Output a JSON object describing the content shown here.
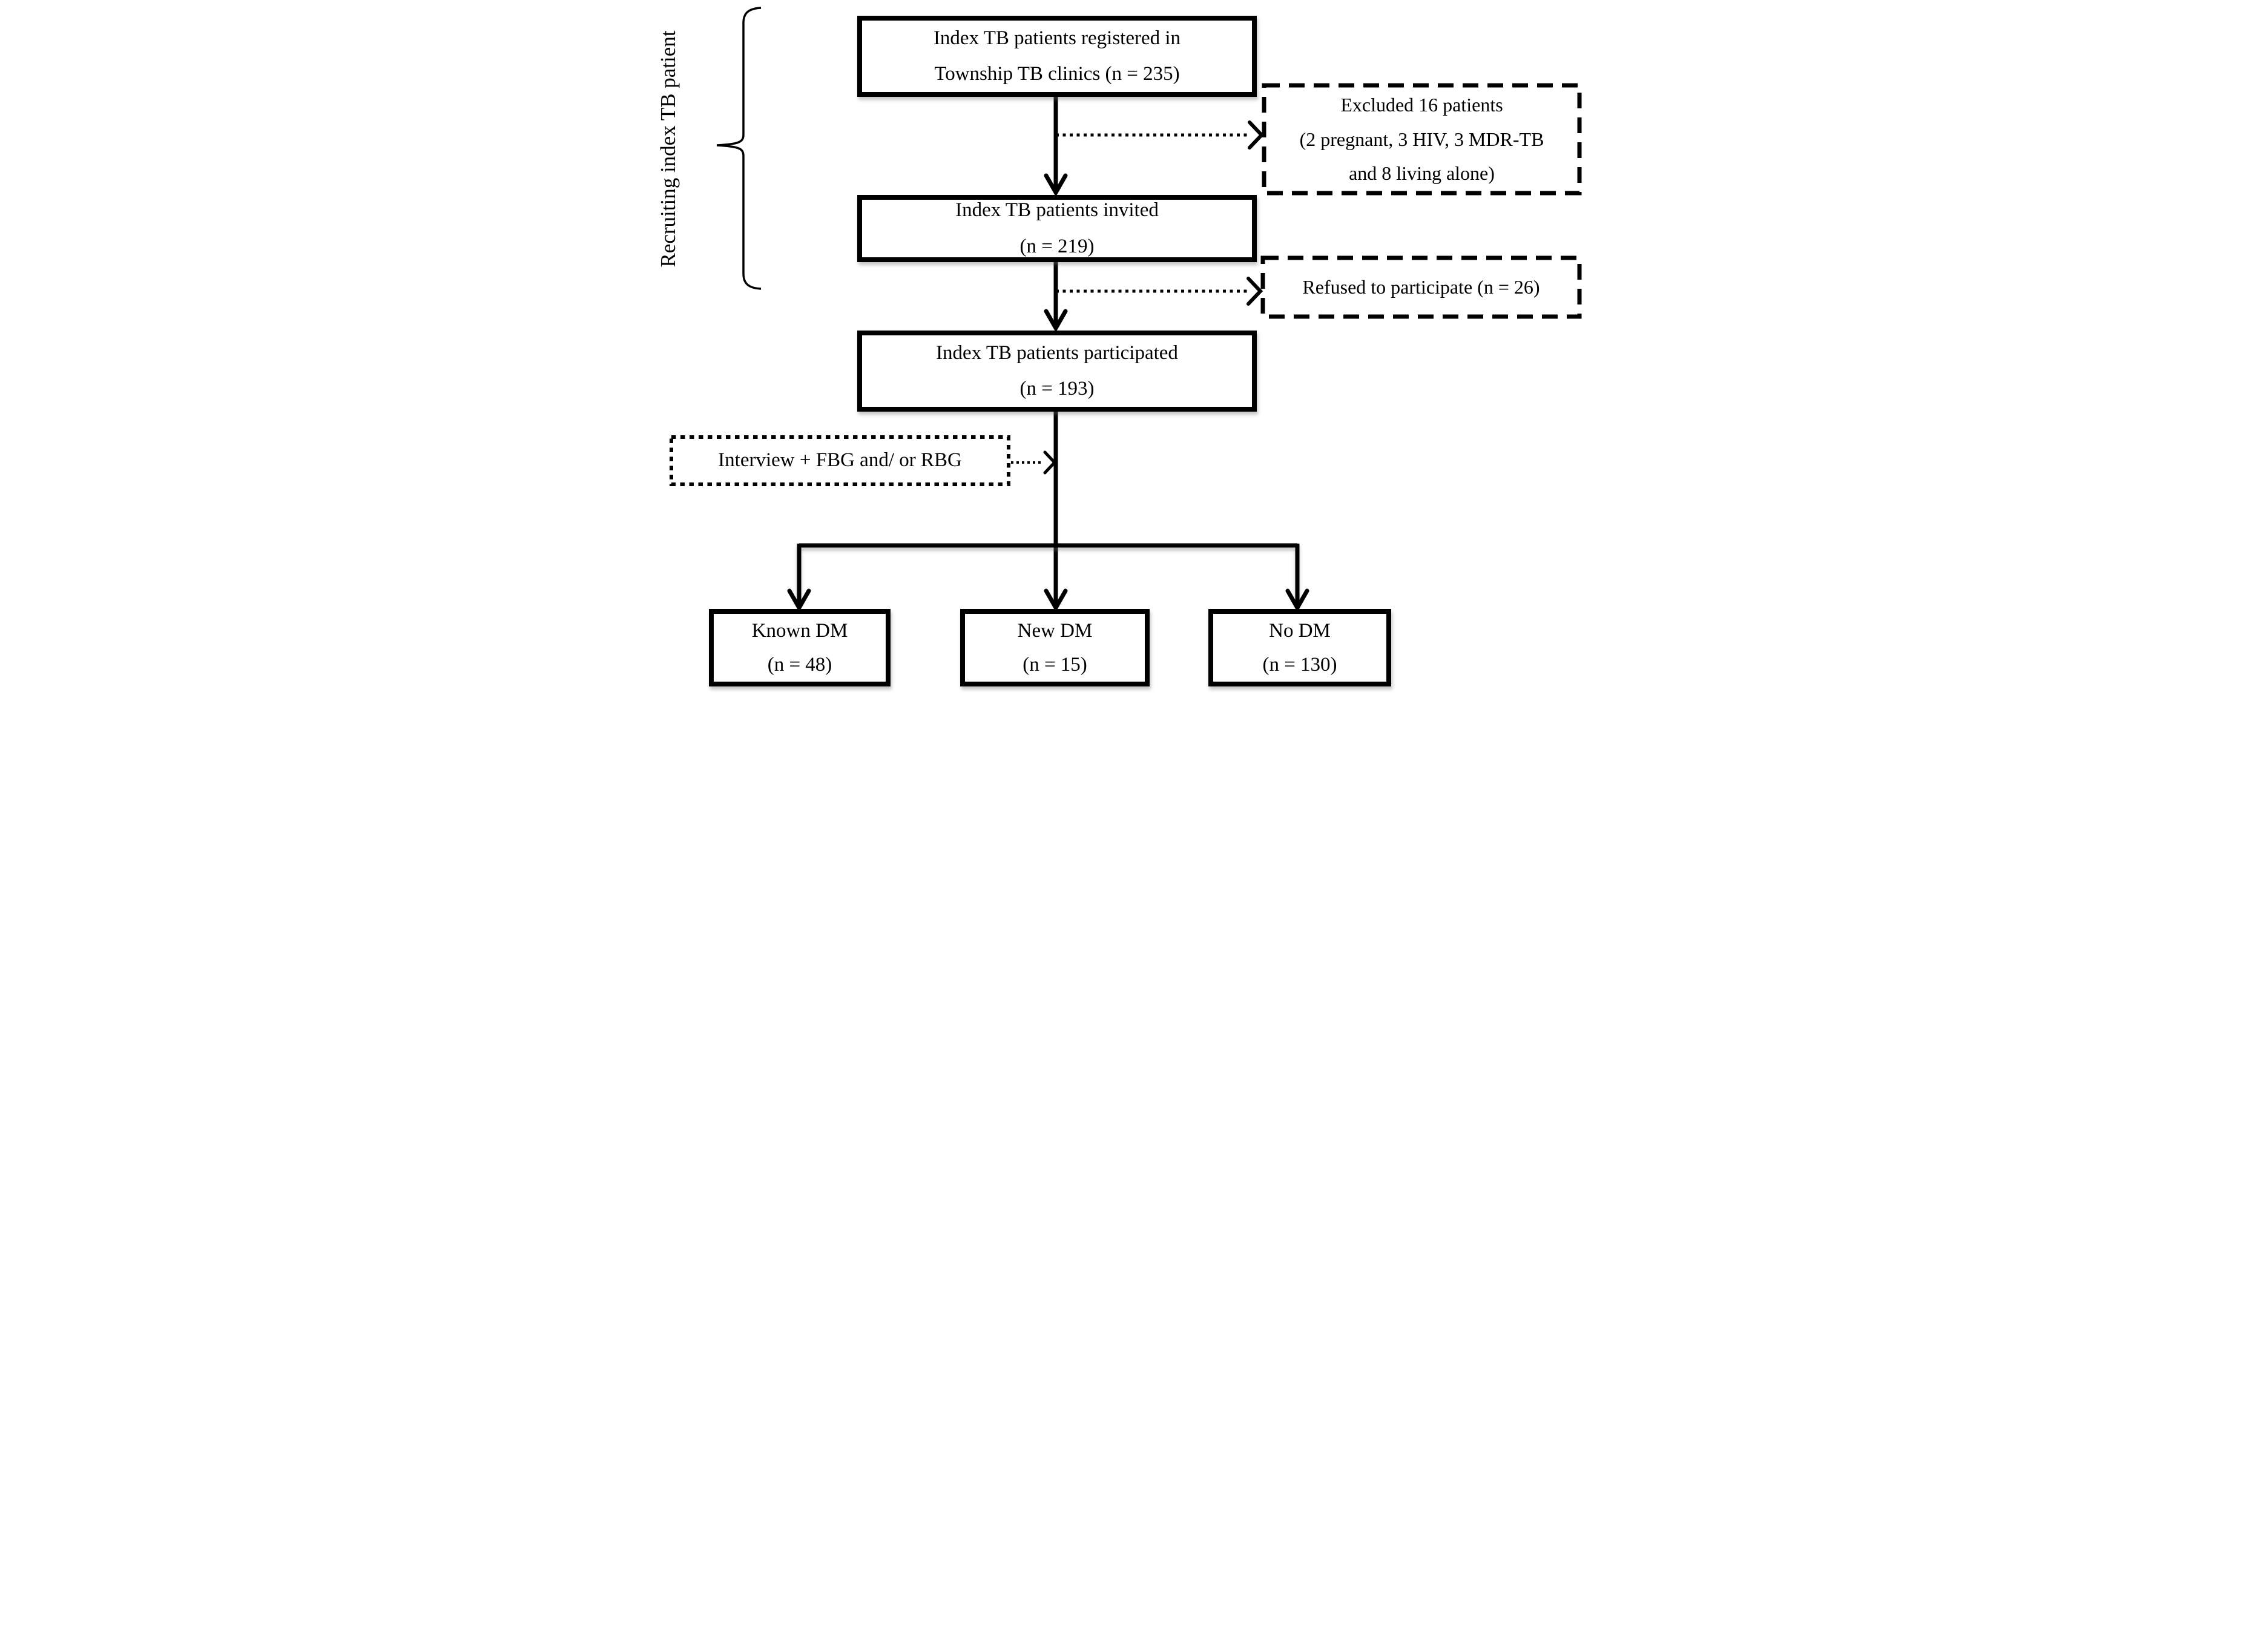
{
  "diagram": {
    "side_label": "Recruiting index TB patient",
    "boxes": {
      "registered": {
        "lines": [
          "Index TB patients registered in",
          "Township TB clinics (n = 235)"
        ]
      },
      "excluded": {
        "lines": [
          "Excluded 16 patients",
          "(2 pregnant, 3 HIV, 3 MDR-TB",
          "and 8 living alone)"
        ]
      },
      "invited": {
        "lines": [
          "Index TB patients invited",
          "(n = 219)"
        ]
      },
      "refused": {
        "lines": [
          "Refused to participate (n = 26)"
        ]
      },
      "participated": {
        "lines": [
          "Index TB patients participated",
          "(n = 193)"
        ]
      },
      "interview": {
        "lines": [
          "Interview + FBG and/ or RBG"
        ]
      },
      "known_dm": {
        "lines": [
          "Known DM",
          "(n = 48)"
        ]
      },
      "new_dm": {
        "lines": [
          "New DM",
          "(n = 15)"
        ]
      },
      "no_dm": {
        "lines": [
          "No DM",
          "(n = 130)"
        ]
      }
    },
    "counts": {
      "registered": 235,
      "excluded": 16,
      "invited": 219,
      "refused": 26,
      "participated": 193,
      "known_dm": 48,
      "new_dm": 15,
      "no_dm": 130
    },
    "colors": {
      "line": "#000000",
      "background": "#ffffff"
    }
  }
}
